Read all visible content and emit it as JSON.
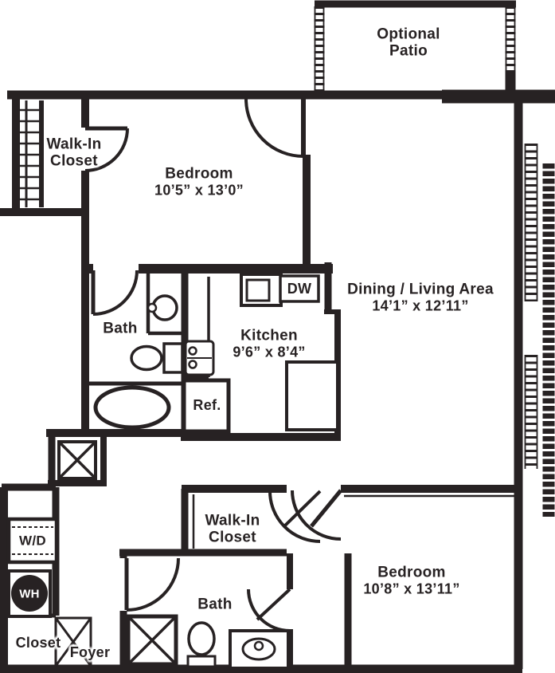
{
  "colors": {
    "ink": "#272223",
    "background": "#ffffff"
  },
  "rooms": {
    "patio": {
      "line1": "Optional",
      "line2": "Patio"
    },
    "walk_in_closet_upper": {
      "line1": "Walk-In",
      "line2": "Closet"
    },
    "bedroom_upper": {
      "name": "Bedroom",
      "dims": "10’5” x 13’0”"
    },
    "dining_living": {
      "name": "Dining / Living Area",
      "dims": "14’1” x 12’11”"
    },
    "bath_upper": {
      "name": "Bath"
    },
    "kitchen": {
      "name": "Kitchen",
      "dims": "9’6” x 8’4”"
    },
    "walk_in_closet_lower": {
      "line1": "Walk-In",
      "line2": "Closet"
    },
    "bath_lower": {
      "name": "Bath"
    },
    "bedroom_lower": {
      "name": "Bedroom",
      "dims": "10’8” x 13’11”"
    },
    "closet": {
      "name": "Closet"
    },
    "foyer": {
      "name": "Foyer"
    }
  },
  "appliances": {
    "dishwasher": "DW",
    "refrigerator": "Ref.",
    "washer_dryer": "W/D",
    "water_heater": "WH"
  }
}
